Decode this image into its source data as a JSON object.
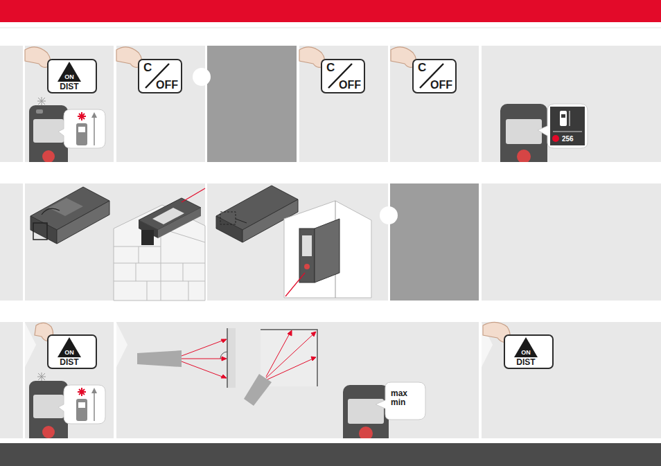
{
  "diagram": {
    "nodes": [
      {
        "text": [
          "ON",
          "DIST"
        ]
      },
      {
        "text": [
          "C",
          "OFF"
        ]
      },
      {
        "text": [
          "C",
          "OFF"
        ]
      },
      {
        "text": [
          "C",
          "OFF"
        ]
      },
      {
        "text": [
          "ON",
          "DIST"
        ]
      },
      {
        "text": [
          "max min"
        ]
      },
      {
        "text": [
          "ON",
          "DIST"
        ]
      }
    ],
    "labels": [
      "256"
    ]
  }
}
